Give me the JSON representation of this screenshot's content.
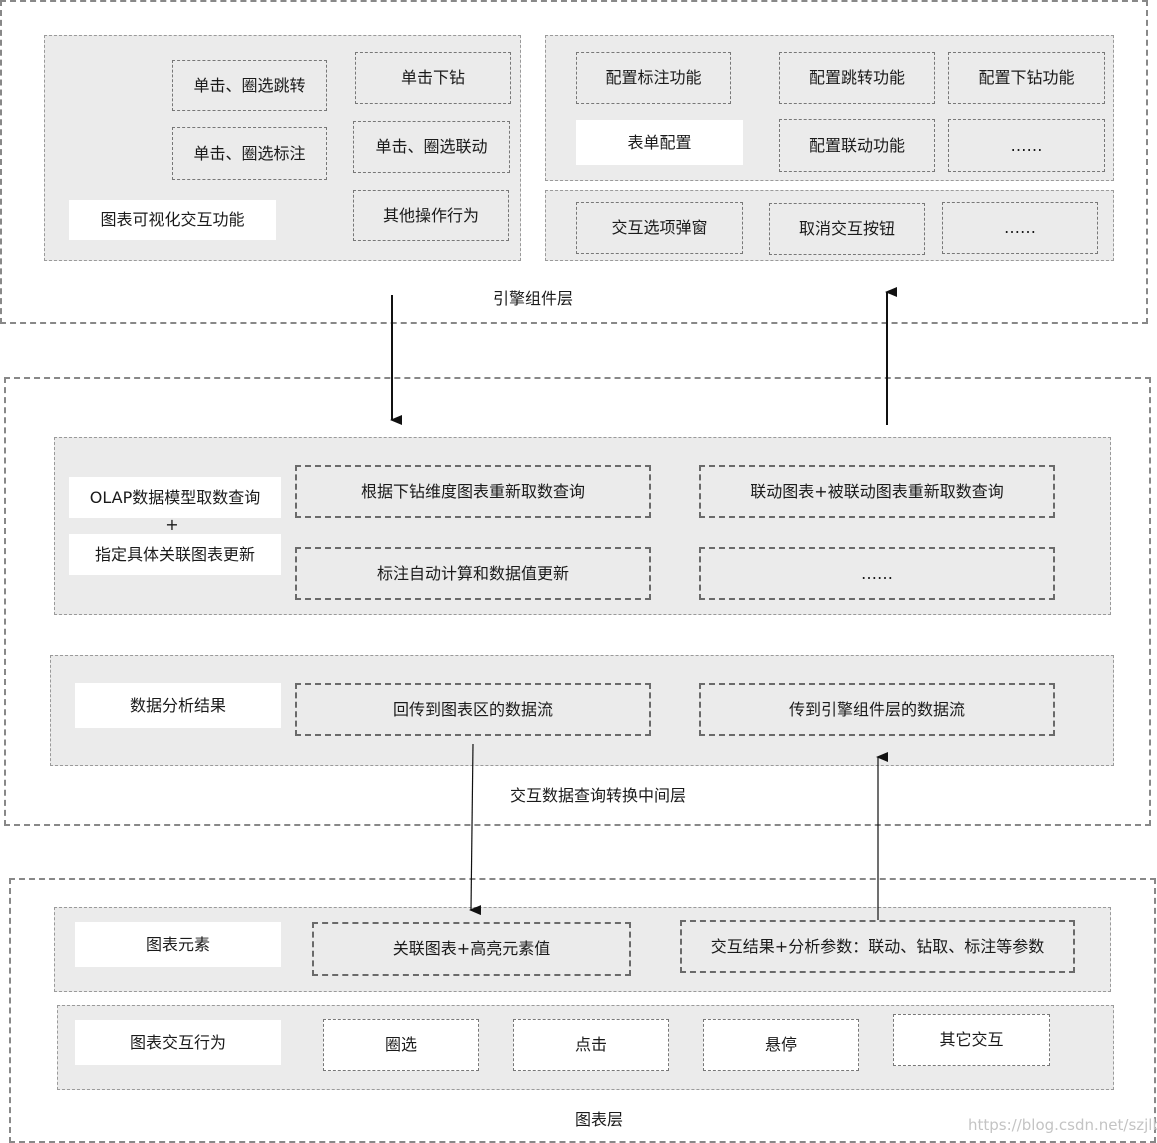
{
  "engine_layer": {
    "label": "引擎组件层",
    "left_panel": {
      "main_label": "图表可视化交互功能",
      "items": [
        "单击、圈选跳转",
        "单击下钻",
        "单击、圈选标注",
        "单击、圈选联动",
        "其他操作行为"
      ]
    },
    "config_panel": {
      "items": [
        "配置标注功能",
        "配置跳转功能",
        "配置下钻功能",
        "表单配置",
        "配置联动功能",
        "……"
      ]
    },
    "interaction_panel": {
      "items": [
        "交互选项弹窗",
        "取消交互按钮",
        "……"
      ]
    }
  },
  "middle_layer": {
    "label": "交互数据查询转换中间层",
    "query_panel": {
      "main_line1": "OLAP数据模型取数查询",
      "plus": "+",
      "main_line2": "指定具体关联图表更新",
      "items": [
        "根据下钻维度图表重新取数查询",
        "联动图表+被联动图表重新取数查询",
        "标注自动计算和数据值更新",
        "……"
      ]
    },
    "result_panel": {
      "main_label": "数据分析结果",
      "items": [
        "回传到图表区的数据流",
        "传到引擎组件层的数据流"
      ]
    }
  },
  "chart_layer": {
    "label": "图表层",
    "elements_panel": {
      "main_label": "图表元素",
      "items": [
        "关联图表+高亮元素值",
        "交互结果+分析参数：联动、钻取、标注等参数"
      ]
    },
    "behavior_panel": {
      "main_label": "图表交互行为",
      "items": [
        "圈选",
        "点击",
        "悬停",
        "其它交互"
      ]
    }
  },
  "watermark": "https://blog.csdn.net/szjlb"
}
